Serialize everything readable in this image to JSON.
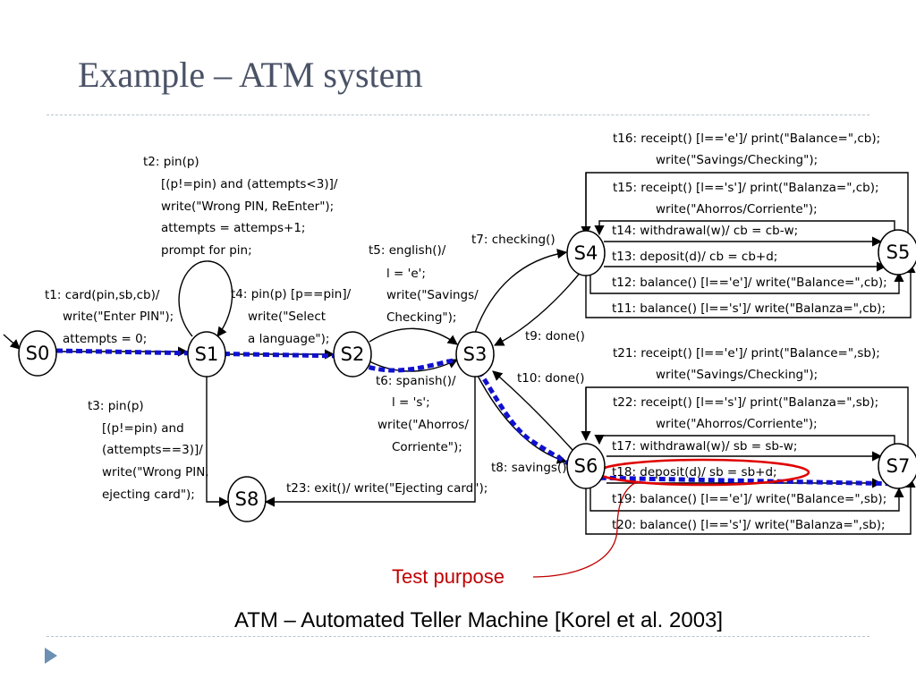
{
  "title": "Example – ATM system",
  "caption": "ATM – Automated Teller Machine [Korel et al. 2003]",
  "test_purpose_label": "Test purpose",
  "colors": {
    "title": "#4a5266",
    "path": "#1010d0",
    "highlight": "#e00000",
    "rule": "#b8c4cc",
    "bullet": "#6c8fb4"
  },
  "states": {
    "s0": "S0",
    "s1": "S1",
    "s2": "S2",
    "s3": "S3",
    "s4": "S4",
    "s5": "S5",
    "s6": "S6",
    "s7": "S7",
    "s8": "S8"
  },
  "transitions": {
    "t1": [
      "t1: card(pin,sb,cb)/",
      "write(\"Enter PIN\");",
      "attempts = 0;"
    ],
    "t2": [
      "t2: pin(p)",
      "[(p!=pin) and (attempts<3)]/",
      "write(\"Wrong PIN, ReEnter\");",
      "attempts = attemps+1;",
      "prompt for pin;"
    ],
    "t3": [
      "t3: pin(p)",
      "[(p!=pin) and",
      "(attempts==3)]/",
      "write(\"Wrong PIN,",
      "ejecting card\");"
    ],
    "t4": [
      "t4: pin(p) [p==pin]/",
      "write(\"Select",
      "a language\");"
    ],
    "t5": [
      "t5: english()/",
      "l = 'e';",
      "write(\"Savings/",
      "Checking\");"
    ],
    "t6": [
      "t6: spanish()/",
      "l = 's';",
      "write(\"Ahorros/",
      "Corriente\");"
    ],
    "t7": "t7: checking()",
    "t8": "t8: savings()",
    "t9": "t9: done()",
    "t10": "t10: done()",
    "t11": "t11: balance() [l=='s']/ write(\"Balanza=\",cb);",
    "t12": "t12: balance() [l=='e']/ write(\"Balance=\",cb);",
    "t13": "t13: deposit(d)/ cb = cb+d;",
    "t14": "t14: withdrawal(w)/ cb = cb-w;",
    "t15": [
      "t15: receipt() [l=='s']/ print(\"Balanza=\",cb);",
      "write(\"Ahorros/Corriente\");"
    ],
    "t16": [
      "t16: receipt() [l=='e']/ print(\"Balance=\",cb);",
      "write(\"Savings/Checking\");"
    ],
    "t17": "t17: withdrawal(w)/ sb = sb-w;",
    "t18": "t18: deposit(d)/ sb = sb+d;",
    "t19": "t19: balance() [l=='e']/ write(\"Balance=\",sb);",
    "t20": "t20: balance() [l=='s']/ write(\"Balanza=\",sb);",
    "t21": [
      "t21: receipt() [l=='e']/ print(\"Balance=\",sb);",
      "write(\"Savings/Checking\");"
    ],
    "t22": [
      "t22: receipt() [l=='s']/ print(\"Balanza=\",sb);",
      "write(\"Ahorros/Corriente\");"
    ],
    "t23": "t23: exit()/ write(\"Ejecting card\");"
  }
}
